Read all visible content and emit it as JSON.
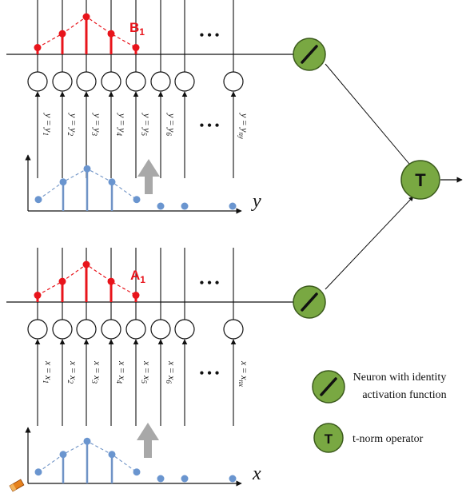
{
  "colors": {
    "line": "#111111",
    "fuzzy": "#e8141b",
    "stem": "#6f93c6",
    "stem_dot": "#6a95cf",
    "neuron_fill": "#79a842",
    "neuron_stroke": "#3b5a1c",
    "arrow_gray": "#a8a8a8"
  },
  "top_block": {
    "set_label": "B",
    "set_subscript": "1",
    "ellipsis": "• • •",
    "inputs": [
      {
        "var": "y",
        "eq": " = ",
        "sym": "y",
        "sub": "1"
      },
      {
        "var": "y",
        "eq": " = ",
        "sym": "y",
        "sub": "2"
      },
      {
        "var": "y",
        "eq": " = ",
        "sym": "y",
        "sub": "3"
      },
      {
        "var": "y",
        "eq": " = ",
        "sym": "y",
        "sub": "4"
      },
      {
        "var": "y",
        "eq": " = ",
        "sym": "y",
        "sub": "5"
      },
      {
        "var": "y",
        "eq": " = ",
        "sym": "y",
        "sub": "6"
      },
      {
        "var": "y",
        "eq": " = ",
        "sym": "y",
        "sub": "ny"
      }
    ],
    "memberships": [
      0.18,
      0.55,
      1.0,
      0.55,
      0.18
    ],
    "chart_axis_label": "y",
    "chart_values": [
      0.15,
      0.55,
      0.85,
      0.55,
      0.15,
      0.0,
      0.0,
      0.0
    ]
  },
  "bottom_block": {
    "set_label": "A",
    "set_subscript": "1",
    "ellipsis": "• • •",
    "inputs": [
      {
        "var": "x",
        "eq": " = ",
        "sym": "x",
        "sub": "1"
      },
      {
        "var": "x",
        "eq": " = ",
        "sym": "x",
        "sub": "2"
      },
      {
        "var": "x",
        "eq": " = ",
        "sym": "x",
        "sub": "3"
      },
      {
        "var": "x",
        "eq": " = ",
        "sym": "x",
        "sub": "4"
      },
      {
        "var": "x",
        "eq": " = ",
        "sym": "x",
        "sub": "5"
      },
      {
        "var": "x",
        "eq": " = ",
        "sym": "x",
        "sub": "6"
      },
      {
        "var": "x",
        "eq": " = ",
        "sym": "x",
        "sub": "nx"
      }
    ],
    "memberships": [
      0.18,
      0.55,
      1.0,
      0.55,
      0.18
    ],
    "chart_axis_label": "x",
    "chart_values": [
      0.15,
      0.55,
      0.85,
      0.55,
      0.15,
      0.0,
      0.0,
      0.0
    ]
  },
  "t_neuron_label": "T",
  "legend": {
    "identity_line1": "Neuron with identity",
    "identity_line2": "activation function",
    "tnorm_label": "T",
    "tnorm_text": "t-norm operator"
  }
}
